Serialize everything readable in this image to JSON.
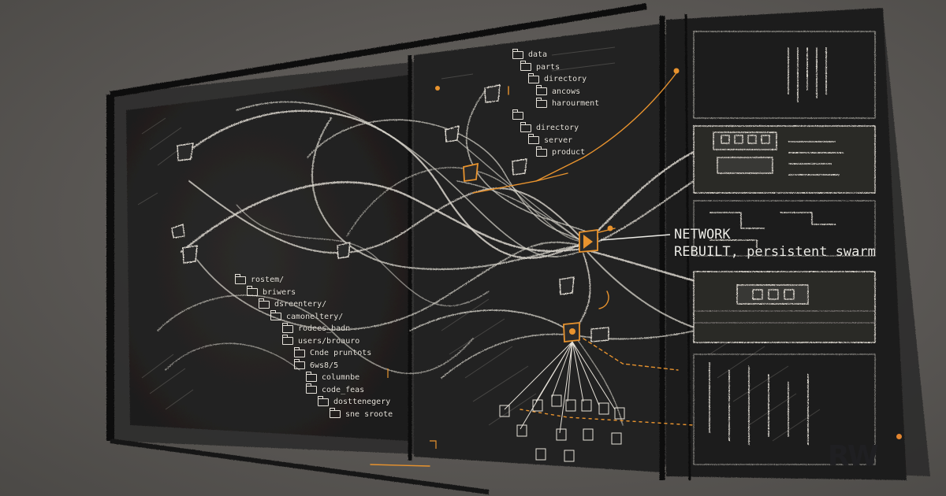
{
  "scene": {
    "label_lines": [
      "NETWORK",
      "REBUILT, persistent swarm"
    ],
    "logo_text": "RW",
    "accent_color": "#e8932e",
    "chalk_color": "#ecebe6"
  },
  "tree_top": [
    {
      "label": "data",
      "indent": 0
    },
    {
      "label": "parts",
      "indent": 1
    },
    {
      "label": "directory",
      "indent": 2
    },
    {
      "label": "ancows",
      "indent": 3
    },
    {
      "label": "harourment",
      "indent": 3
    },
    {
      "label": "",
      "indent": 0
    },
    {
      "label": "directory",
      "indent": 1
    },
    {
      "label": "server",
      "indent": 2
    },
    {
      "label": "product",
      "indent": 3
    }
  ],
  "tree_bottom": [
    {
      "label": "rostem/",
      "indent": 0
    },
    {
      "label": "briwers",
      "indent": 1
    },
    {
      "label": "dsreentery/",
      "indent": 2
    },
    {
      "label": "camoneltery/",
      "indent": 3
    },
    {
      "label": "rodees_badn",
      "indent": 4
    },
    {
      "label": "users/broauro",
      "indent": 4
    },
    {
      "label": "Cnde pruntots",
      "indent": 5
    },
    {
      "label": "6ws8/5",
      "indent": 5
    },
    {
      "label": "columnbe",
      "indent": 6
    },
    {
      "label": "code_feas",
      "indent": 6
    },
    {
      "label": "dosttenegery",
      "indent": 7
    },
    {
      "label": "sne sroote",
      "indent": 8
    }
  ]
}
